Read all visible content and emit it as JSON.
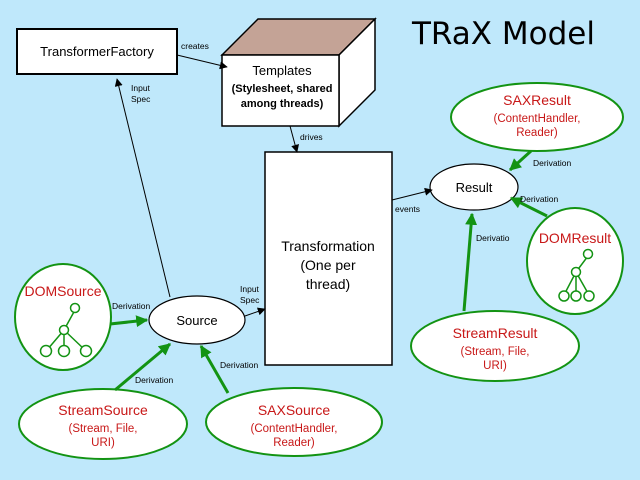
{
  "title": "TRaX Model",
  "nodes": {
    "transformer_factory": "TransformerFactory",
    "templates": {
      "title": "Templates",
      "line1": "(Stylesheet, shared",
      "line2": "among threads)"
    },
    "transformation": {
      "line1": "Transformation",
      "line2": "(One per",
      "line3": "thread)"
    },
    "result": "Result",
    "source": "Source",
    "sax_result": {
      "title": "SAXResult",
      "line1": "(ContentHandler,",
      "line2": "Reader)"
    },
    "dom_result": {
      "title": "DOMResult"
    },
    "stream_result": {
      "title": "StreamResult",
      "line1": "(Stream, File,",
      "line2": "URI)"
    },
    "dom_source": {
      "title": "DOMSource"
    },
    "stream_source": {
      "title": "StreamSource",
      "line1": "(Stream, File,",
      "line2": "URI)"
    },
    "sax_source": {
      "title": "SAXSource",
      "line1": "(ContentHandler,",
      "line2": "Reader)"
    }
  },
  "edges": {
    "creates": "creates",
    "input_spec_1": "Input",
    "input_spec_1b": "Spec",
    "drives": "drives",
    "events": "events",
    "input_spec_2": "Input",
    "input_spec_2b": "Spec",
    "derivation_sax_result": "Derivation",
    "derivation_dom_result": "Derivation",
    "derivation_stream_result": "Derivatio",
    "derivation_dom_source": "Derivation",
    "derivation_stream_source": "Derivation",
    "derivation_sax_source": "Derivation"
  },
  "colors": {
    "background": "#bfe8fb",
    "box_fill": "#ffffff",
    "cube_top": "#c4a396",
    "green_line": "#139313",
    "green_text": "#c81818",
    "green_ellipse_fill": "#ffffff"
  }
}
